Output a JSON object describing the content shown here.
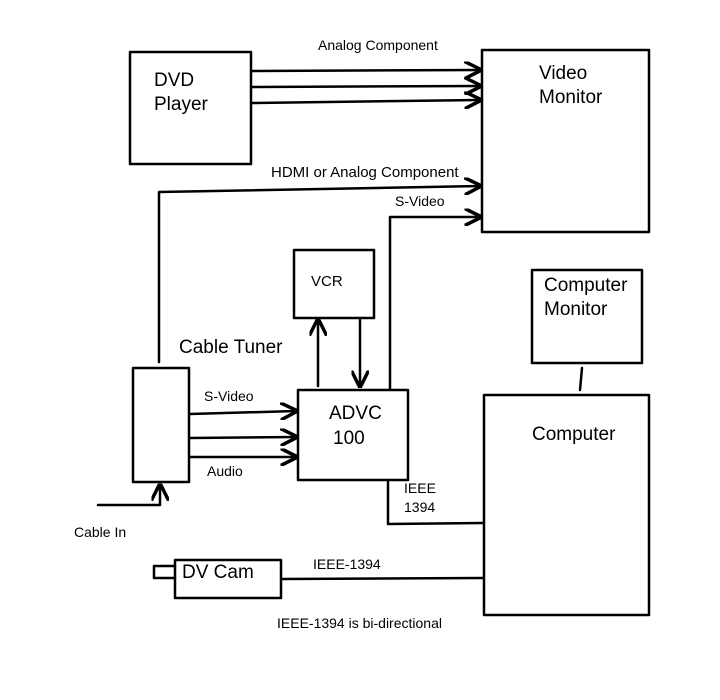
{
  "nodes": {
    "dvd_player": [
      "DVD",
      "Player"
    ],
    "video_monitor": [
      "Video",
      "Monitor"
    ],
    "vcr": "VCR",
    "cable_tuner": "Cable Tuner",
    "advc": [
      "ADVC",
      "100"
    ],
    "computer_monitor": [
      "Computer",
      "Monitor"
    ],
    "computer": "Computer",
    "dv_cam": "DV Cam"
  },
  "labels": {
    "analog_component": "Analog Component",
    "hdmi_or_analog": "HDMI or Analog Component",
    "svideo_monitor": "S-Video",
    "svideo_advc": "S-Video",
    "audio": "Audio",
    "ieee_advc": [
      "IEEE",
      "1394"
    ],
    "ieee_dvcam": "IEEE-1394",
    "cable_in": "Cable In",
    "note": "IEEE-1394 is bi-directional"
  }
}
